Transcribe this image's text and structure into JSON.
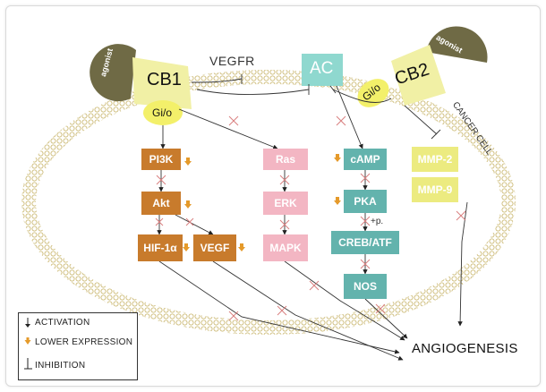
{
  "receptors": {
    "cb1": "CB1",
    "cb2": "CB2",
    "ac": "AC",
    "gio_left": "Gi/o",
    "gio_right": "Gi/o",
    "agonist_left": "agonist",
    "agonist_right": "agonist",
    "vegfr": "VEGFR"
  },
  "cell_label": "CANCER CELL",
  "pathways": {
    "pi3k": {
      "pi3k": "PI3K",
      "akt": "Akt",
      "hif": "HIF-1α",
      "vegf": "VEGF"
    },
    "mapk": {
      "ras": "Ras",
      "erk": "ERK",
      "mapk": "MAPK"
    },
    "camp": {
      "camp": "cAMP",
      "pka": "PKA",
      "phospho": "+p.",
      "creb": "CREB/ATF",
      "nos": "NOS"
    },
    "mmp": {
      "mmp2": "MMP-2",
      "mmp9": "MMP-9"
    }
  },
  "outcome": "ANGIOGENESIS",
  "legend": {
    "activation": "ACTIVATION",
    "lower_expression": "LOWER EXPRESSION",
    "inhibition": "INHIBITION"
  },
  "colors": {
    "orange": "#c87b2c",
    "pink": "#f3b6c3",
    "teal": "#63b3ad",
    "yellow": "#eceb80",
    "membrane": "#c8b46a",
    "cb_yellow": "#f1f0a5",
    "gio_yellow": "#f3f06a",
    "agonist": "#6f6a45",
    "ac": "#8fd8cf",
    "arrow_orange": "#e59a2a",
    "cross": "#d98080"
  }
}
